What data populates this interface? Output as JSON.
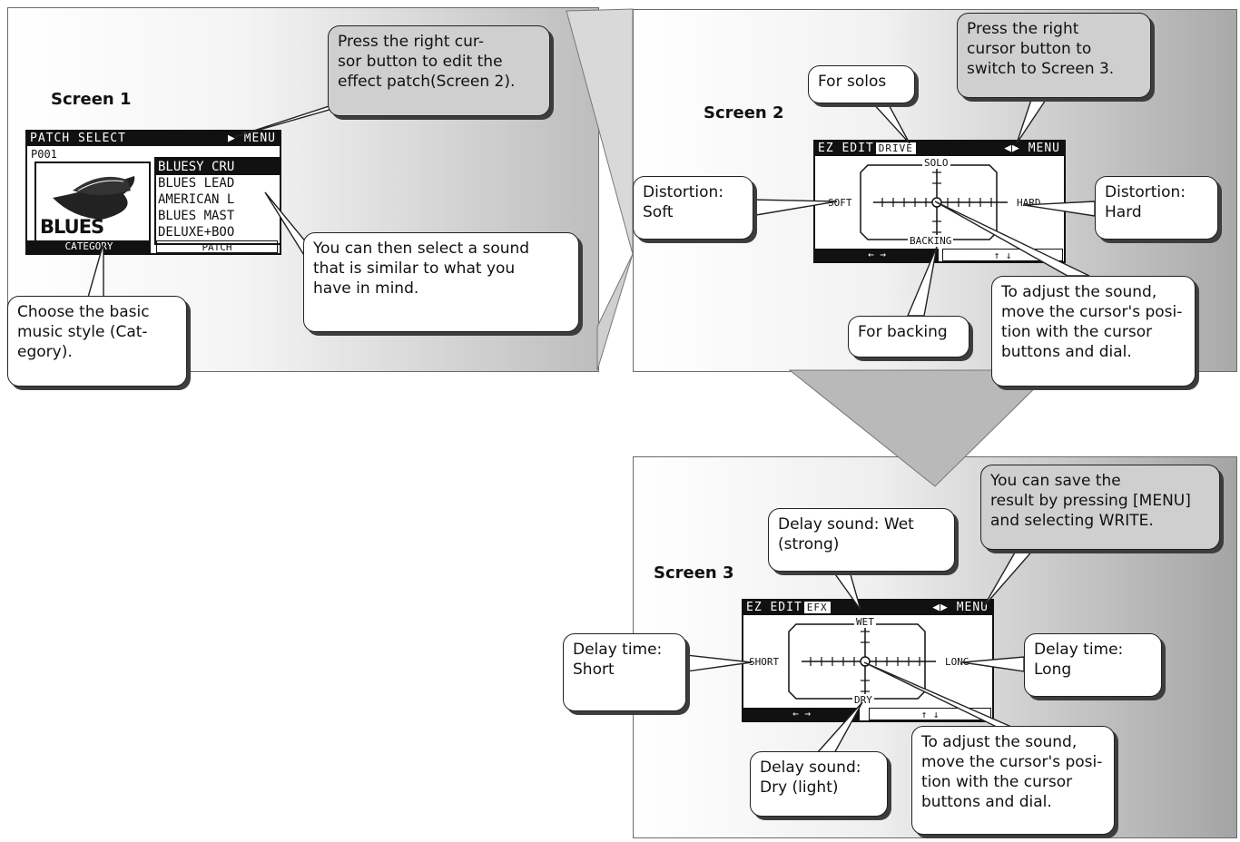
{
  "screen1": {
    "title": "Screen 1",
    "lcd": {
      "header": "PATCH SELECT",
      "header_right": "MENU",
      "patch_no": "P001",
      "category_name": "BLUES",
      "patches": [
        "BLUESY CRU",
        "BLUES LEAD",
        "AMERICAN L",
        "BLUES MAST",
        "DELUXE+BOO"
      ],
      "footer_left": "CATEGORY",
      "footer_right": "PATCH"
    },
    "callouts": {
      "press_right": "Press the right cur-\nsor button to edit the\neffect patch(Screen 2).",
      "select_sound": "You can then select a sound\nthat is similar to what you\nhave in mind.",
      "choose_style": "Choose the basic\nmusic style (Cat-\negory)."
    }
  },
  "screen2": {
    "title": "Screen 2",
    "lcd": {
      "header": "EZ EDIT",
      "header_sub": "DRIVE",
      "header_right": "MENU",
      "top": "SOLO",
      "left": "SOFT",
      "right": "HARD",
      "bottom": "BACKING",
      "footer_left": "← →",
      "footer_right": "↑ ↓"
    },
    "callouts": {
      "solos": "For solos",
      "press_right": "Press the right\ncursor button to\nswitch to Screen 3.",
      "soft": "Distortion:\nSoft",
      "hard": "Distortion:\nHard",
      "adjust": "To adjust the sound,\nmove the cursor's posi-\ntion with the cursor\nbuttons and dial.",
      "backing": "For backing"
    }
  },
  "screen3": {
    "title": "Screen 3",
    "lcd": {
      "header": "EZ EDIT",
      "header_sub": "EFX",
      "header_right": "MENU",
      "top": "WET",
      "left": "SHORT",
      "right": "LONG",
      "bottom": "DRY",
      "footer_left": "← →",
      "footer_right": "↑ ↓"
    },
    "callouts": {
      "wet": "Delay sound: Wet\n(strong)",
      "save": "You can save the\nresult by pressing [MENU]\nand selecting WRITE.",
      "short": "Delay time:\nShort",
      "long": "Delay time:\nLong",
      "adjust": "To adjust the sound,\nmove the cursor's posi-\ntion with the cursor\nbuttons and dial.",
      "dry": "Delay sound:\nDry (light)"
    }
  }
}
